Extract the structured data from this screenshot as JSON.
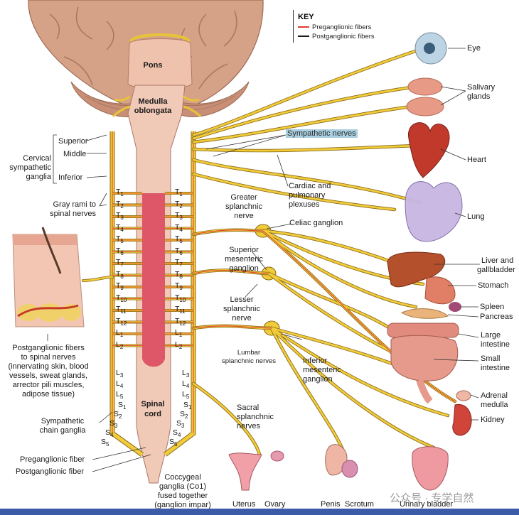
{
  "colors": {
    "preganglionic": "#e23b32",
    "postganglionic": "#1a1a1a",
    "nerve_fill": "#f1cc3a",
    "cord": "#f0c9b7",
    "cord_center": "#d9435a",
    "brain": "#d9a68b"
  },
  "key": {
    "title": "KEY",
    "preganglionic": "Preganglionic fibers",
    "postganglionic": "Postganglionic fibers"
  },
  "brain": {
    "pons": "Pons",
    "medulla_1": "Medulla",
    "medulla_2": "oblongata",
    "spinal_1": "Spinal",
    "spinal_2": "cord"
  },
  "segments": {
    "thoracic": [
      "T1",
      "T2",
      "T3",
      "T4",
      "T5",
      "T6",
      "T7",
      "T8",
      "T9",
      "T10",
      "T11",
      "T12"
    ],
    "lumbar_right": [
      "L1",
      "L2"
    ],
    "lumbar_left": [
      "L3",
      "L4",
      "L5"
    ],
    "sacral": [
      "S1",
      "S2",
      "S3",
      "S4",
      "S5"
    ]
  },
  "left_labels": {
    "superior": "Superior",
    "middle": "Middle",
    "inferior": "Inferior",
    "cervical_1": "Cervical",
    "cervical_2": "sympathetic",
    "cervical_3": "ganglia",
    "gray_rami_1": "Gray rami to",
    "gray_rami_2": "spinal nerves",
    "postgang_1": "Postganglionic fibers",
    "postgang_2": "to spinal nerves",
    "postgang_3": "(innervating skin, blood",
    "postgang_4": "vessels, sweat glands,",
    "postgang_5": "arrector pili muscles,",
    "postgang_6": "adipose tissue)",
    "chain_1": "Sympathetic",
    "chain_2": "chain ganglia",
    "pre_fiber": "Preganglionic fiber",
    "post_fiber": "Postganglionic fiber"
  },
  "center_labels": {
    "sympathetic_nerves": "Sympathetic nerves",
    "cardiac_1": "Cardiac and",
    "cardiac_2": "pulmonary",
    "cardiac_3": "plexuses",
    "greater_1": "Greater",
    "greater_2": "splanchnic",
    "greater_3": "nerve",
    "celiac": "Celiac ganglion",
    "supmes_1": "Superior",
    "supmes_2": "mesenteric",
    "supmes_3": "ganglion",
    "lesser_1": "Lesser",
    "lesser_2": "splanchnic",
    "lesser_3": "nerve",
    "lumbar_1": "Lumbar",
    "lumbar_2": "splanchnic nerves",
    "infmes_1": "Inferior",
    "infmes_2": "mesenteric",
    "infmes_3": "ganglion",
    "sacral_1": "Sacral",
    "sacral_2": "splanchnic",
    "sacral_3": "nerves",
    "coccygeal_1": "Coccygeal",
    "coccygeal_2": "ganglia (Co1)",
    "coccygeal_3": "fused together",
    "coccygeal_4": "(ganglion impar)"
  },
  "organs": {
    "eye": "Eye",
    "salivary_1": "Salivary",
    "salivary_2": "glands",
    "heart": "Heart",
    "lung": "Lung",
    "liver_1": "Liver and",
    "liver_2": "gallbladder",
    "stomach": "Stomach",
    "spleen": "Spleen",
    "pancreas": "Pancreas",
    "large_1": "Large",
    "large_2": "intestine",
    "small_1": "Small",
    "small_2": "intestine",
    "adrenal_1": "Adrenal",
    "adrenal_2": "medulla",
    "kidney": "Kidney",
    "uterus": "Uterus",
    "ovary": "Ovary",
    "penis": "Penis",
    "scrotum": "Scrotum",
    "bladder": "Urinary bladder"
  },
  "watermark": "公众号 · 专学自然"
}
